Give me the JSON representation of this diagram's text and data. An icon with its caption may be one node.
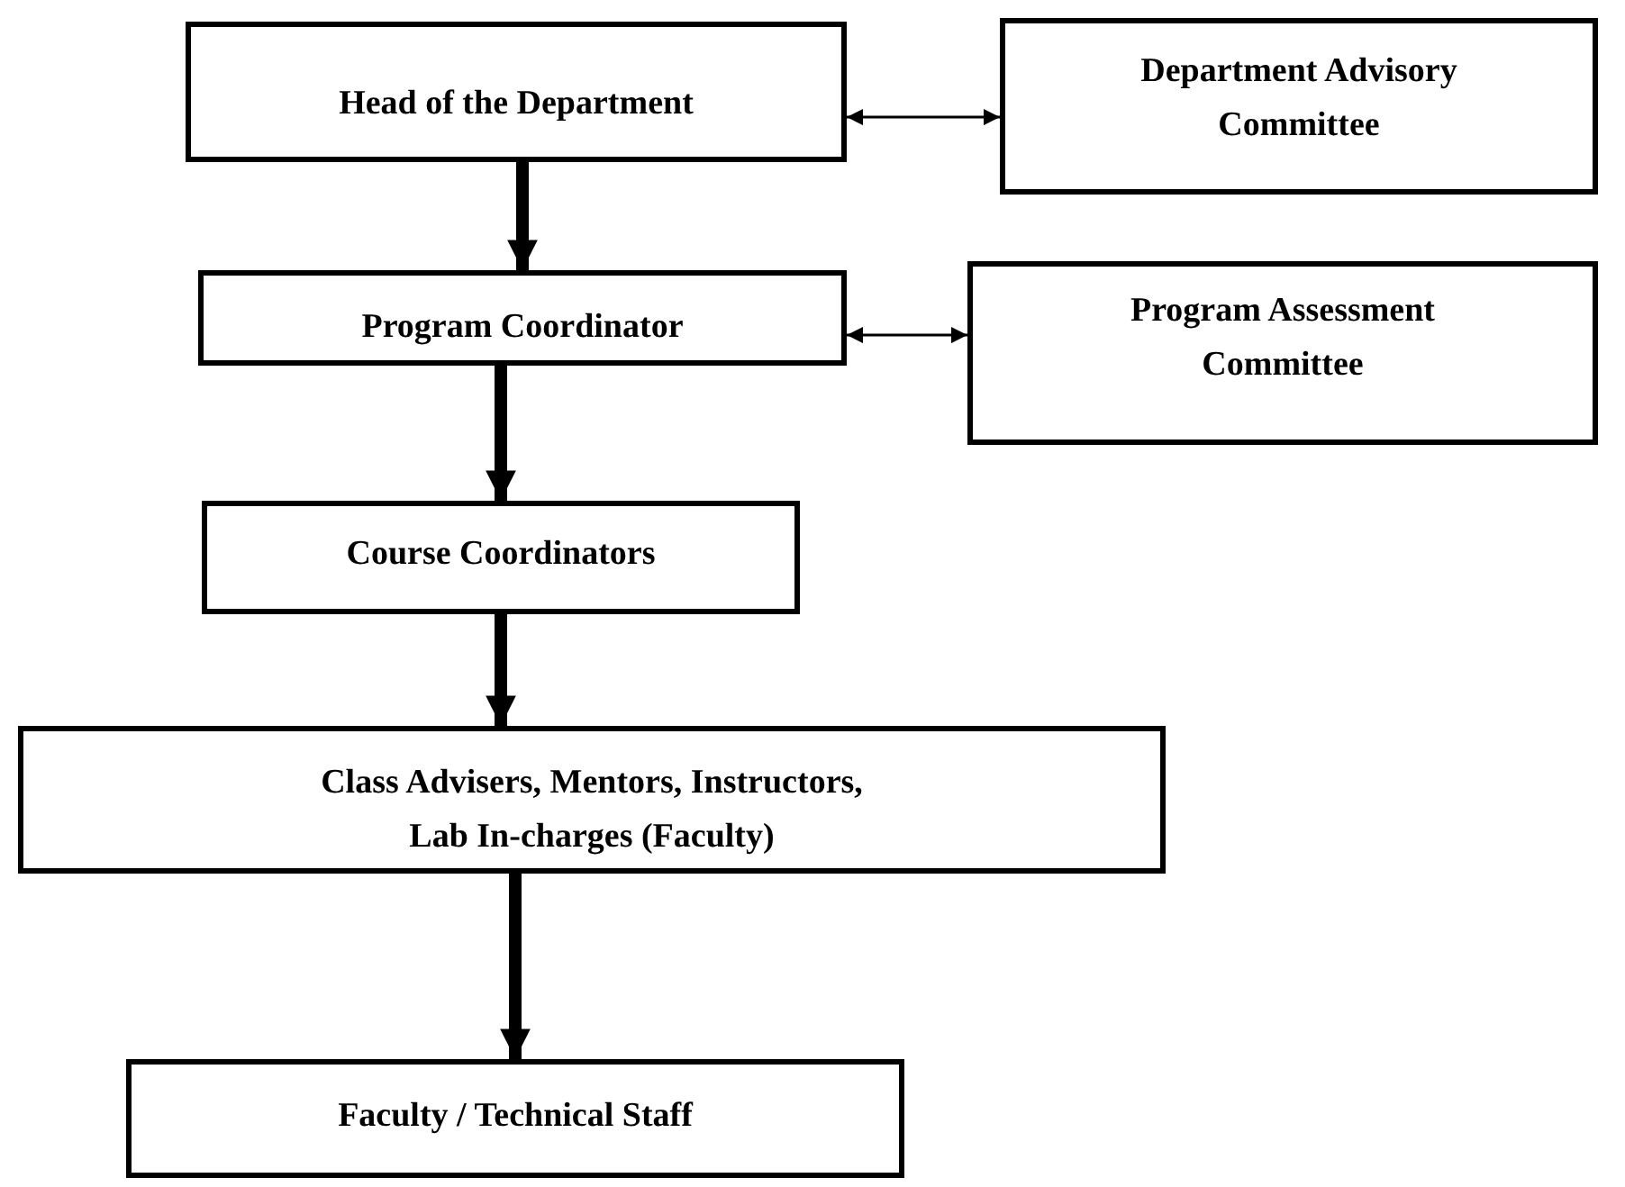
{
  "diagram": {
    "nodes": [
      {
        "text": [
          "Head of the Department"
        ]
      },
      {
        "text": [
          "Department Advisory Committee"
        ]
      },
      {
        "text": [
          "Program Coordinator"
        ]
      },
      {
        "text": [
          "Program Assessment Committee"
        ]
      },
      {
        "text": [
          "Course Coordinators"
        ]
      },
      {
        "text": [
          "Class Advisers, Mentors, Instructors, Lab In-charges (Faculty)"
        ]
      },
      {
        "text": [
          "Faculty / Technical Staff"
        ]
      }
    ],
    "edges": [
      {
        "from": 0,
        "to": 1,
        "arrow": "both"
      },
      {
        "from": 0,
        "to": 2,
        "arrow": "to"
      },
      {
        "from": 2,
        "to": 3,
        "arrow": "both"
      },
      {
        "from": 2,
        "to": 4,
        "arrow": "to"
      },
      {
        "from": 4,
        "to": 5,
        "arrow": "to"
      },
      {
        "from": 5,
        "to": 6,
        "arrow": "to"
      }
    ]
  }
}
